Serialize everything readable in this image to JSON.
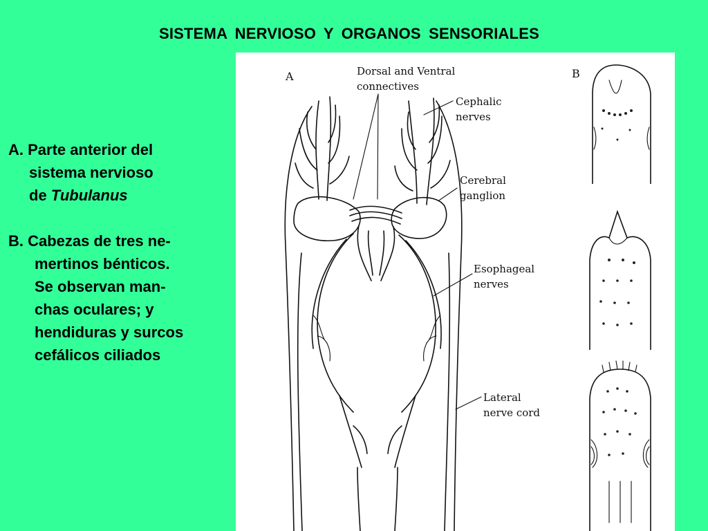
{
  "title": "SISTEMA  NERVIOSO  Y  ORGANOS  SENSORIALES",
  "text": {
    "a_label": "A.",
    "a_line1": "Parte anterior del",
    "a_line2": "sistema nervioso",
    "a_line3_prefix": "de ",
    "a_line3_genus": "Tubulanus",
    "b_line1": "B. Cabezas de tres ne-",
    "b_line2": "mertinos bénticos.",
    "b_line3": "Se observan man-",
    "b_line4": "chas oculares; y",
    "b_line5": "hendiduras y surcos",
    "b_line6": "cefálicos ciliados"
  },
  "figure": {
    "panel_a": "A",
    "panel_b": "B",
    "labels": {
      "connectives_1": "Dorsal and Ventral",
      "connectives_2": "connectives",
      "cephalic_1": "Cephalic",
      "cephalic_2": "nerves",
      "cerebral_1": "Cerebral",
      "cerebral_2": "ganglion",
      "esophageal_1": "Esophageal",
      "esophageal_2": "nerves",
      "lateral_1": "Lateral",
      "lateral_2": "nerve cord"
    }
  },
  "colors": {
    "background": "#33ff99",
    "figure_background": "#ffffff",
    "text": "#000000"
  }
}
